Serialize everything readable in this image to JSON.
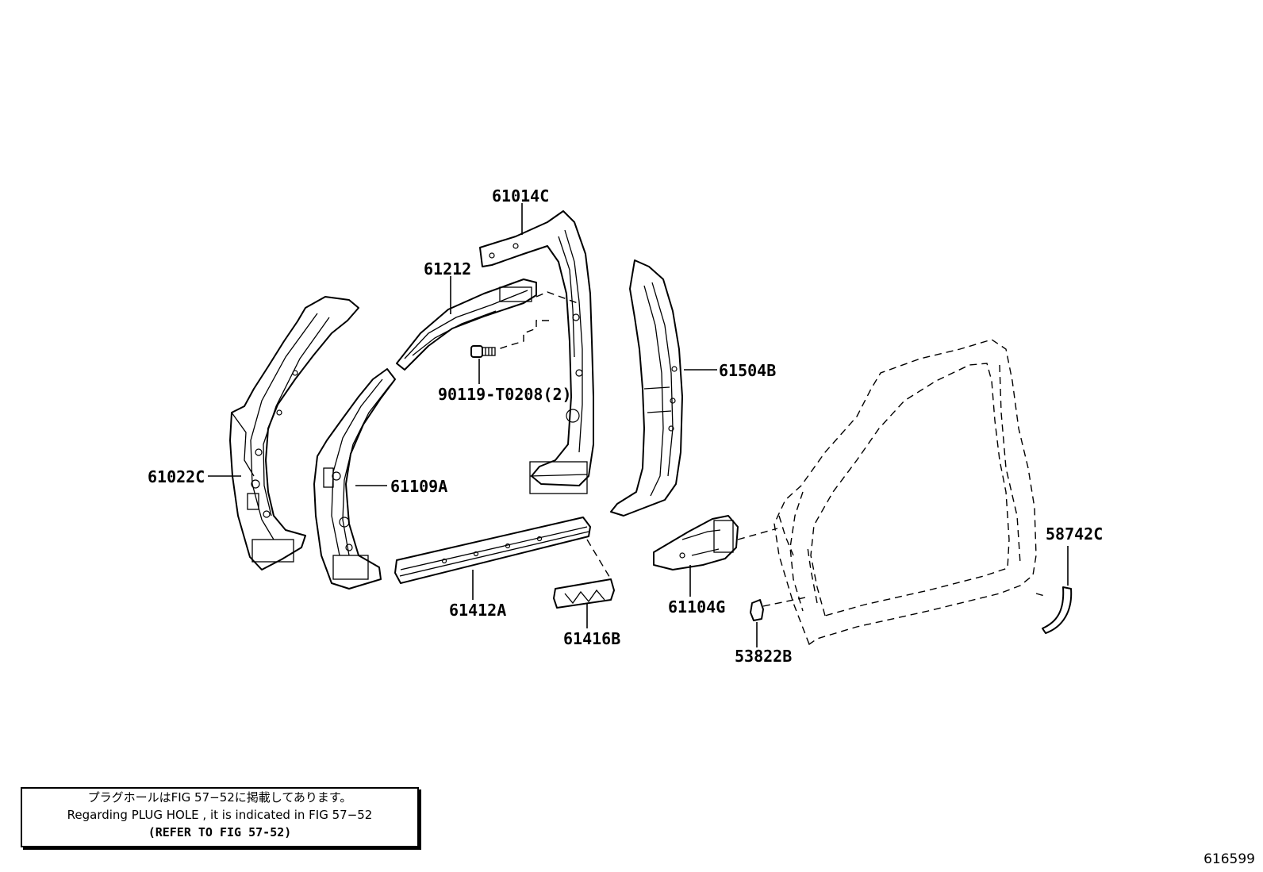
{
  "labels": {
    "p61014C": "61014C",
    "p61212": "61212",
    "p90119": "90119-T0208(2)",
    "p61504B": "61504B",
    "p61022C": "61022C",
    "p61109A": "61109A",
    "p61412A": "61412A",
    "p61416B": "61416B",
    "p61104G": "61104G",
    "p53822B": "53822B",
    "p58742C": "58742C"
  },
  "note": {
    "line_jp": "プラグホールはFIG 57−52に掲載してあります。",
    "line_en": "Regarding  PLUG  HOLE , it is indicated in FIG  57−52",
    "line_ref": "(REFER  TO  FIG  57-52)"
  },
  "figure_number": "616599"
}
